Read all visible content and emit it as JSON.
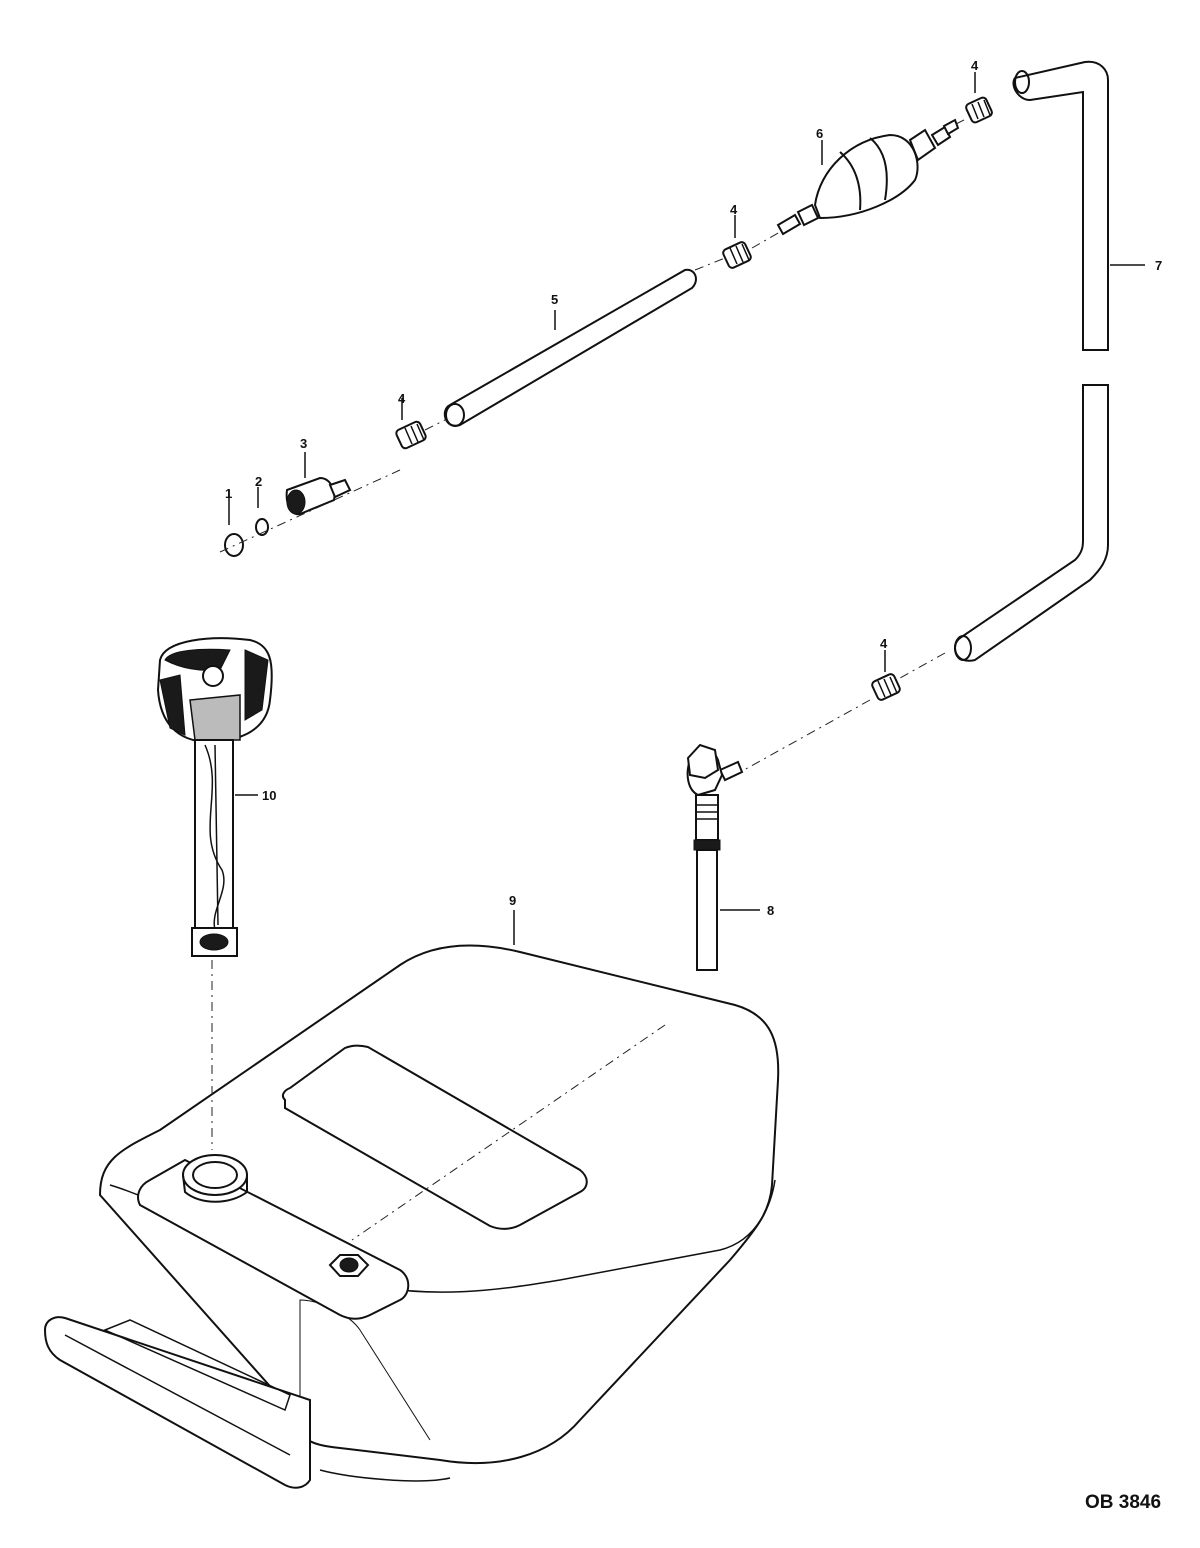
{
  "callouts": {
    "c1": "1",
    "c2": "2",
    "c3": "3",
    "c4a": "4",
    "c4b": "4",
    "c4c": "4",
    "c4d": "4",
    "c5": "5",
    "c6": "6",
    "c7": "7",
    "c8": "8",
    "c9": "9",
    "c10": "10"
  },
  "figure_ref": "OB 3846",
  "colors": {
    "ink": "#111111",
    "paper": "#ffffff"
  }
}
